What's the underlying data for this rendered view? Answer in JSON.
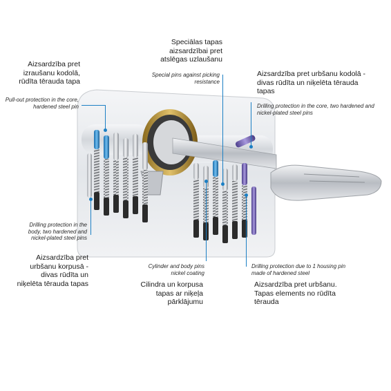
{
  "labels": {
    "pull_out_lv": "Aizsardzība pret izraušanu kodolā, rūdīta tērauda tapa",
    "pull_out_en": "Pull-out protection in the core, hardened steel pin",
    "special_pins_lv": "Speciālas tapas aizsardzībai pret atslēgas uzlaušanu",
    "special_pins_en": "Special pins against picking resistance",
    "drill_core_lv": "Aizsardzība pret urbšanu kodolā - divas rūdīta un niķelēta tērauda tapas",
    "drill_core_en": "Drilling protection in the core, two hardened and nickel-plated steel pins",
    "drill_body_en": "Drilling protection in the body, two hardened and nickel-plated steel pins",
    "drill_body_lv": "Aizsardzība pret urbšanu korpusā - divas rūdīta un niķelēta tērauda tapas",
    "nickel_en": "Cylinder and body pins nickel coating",
    "nickel_lv": "Cilindra un korpusa tapas ar niķeļa pārklājumu",
    "housing_pin_en": "Drilling protection due to 1 housing pin made of hardened steel",
    "housing_pin_lv": "Aizsardzība pret urbšanu. Tapas elements no rūdīta tērauda"
  },
  "colors": {
    "leader": "#1b7fc4",
    "pin_blue": "#2f8fd6",
    "pin_purple": "#7b63b8",
    "brass": "#c9a44a",
    "spring": "#6f6f6f"
  }
}
